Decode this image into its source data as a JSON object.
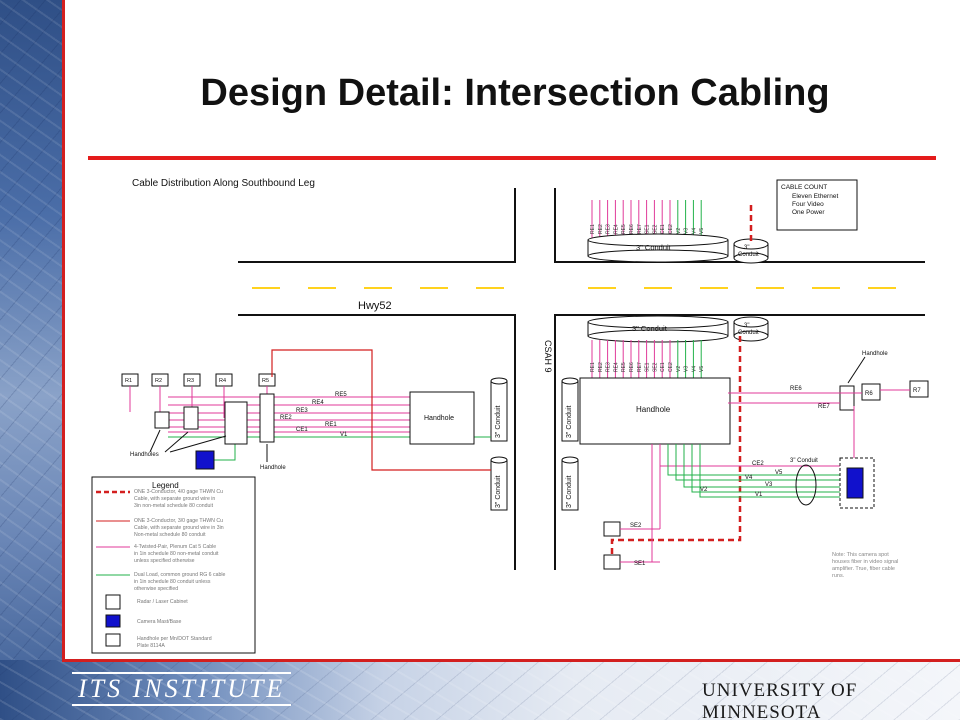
{
  "title": "Design Detail: Intersection Cabling",
  "colors": {
    "red": "#d31f1f",
    "pink": "#e03a9a",
    "green": "#22b24a",
    "blue": "#1111cc",
    "lane": "#ffd21e"
  },
  "diagram": {
    "subtitle": "Cable Distribution Along Southbound Leg",
    "road_hwy": "Hwy52",
    "road_csah": "CSAH 9",
    "cable_count": {
      "heading": "CABLE COUNT",
      "items": [
        "Eleven Ethernet",
        "Four Video",
        "One Power"
      ]
    },
    "conduit_3in": "3\" Conduit",
    "conduit_small": [
      "3\"",
      "Conduit"
    ],
    "handhole": "Handhole",
    "handholes": "Handholes",
    "radars_left": [
      "R1",
      "R2",
      "R3",
      "R4",
      "R5"
    ],
    "radars_right": [
      "R6",
      "R7"
    ],
    "left_cables": [
      "RE5",
      "RE4",
      "RE3",
      "RE2",
      "RE1",
      "CE1",
      "V1"
    ],
    "top_labels": [
      "RE1",
      "RE2",
      "RE3",
      "RE4",
      "RE5",
      "RE6",
      "RE7",
      "SE1",
      "SE2",
      "CE1",
      "CE2",
      "V2",
      "V3",
      "V4",
      "V5"
    ],
    "right_cables": [
      "RE6",
      "RE7"
    ],
    "bottom_cables": [
      "CE2",
      "V5",
      "V4",
      "V3",
      "V2",
      "V1"
    ],
    "se_labels": [
      "SE2",
      "SE1"
    ],
    "note": [
      "Note: This camera spot",
      "houses fiber in video signal",
      "amplifier. True, fiber cable",
      "runs."
    ],
    "legend": {
      "title": "Legend",
      "items": [
        [
          "ONE 3-Conductor, 4/0 gage THWN Cu",
          "Cable, with separate ground wire in",
          "3in non-metal schedule 80 conduit"
        ],
        [
          "ONE 3-Conductor, 3/0 gage THWN Cu",
          "Cable, with separate ground wire in 3in",
          "Non-metal schedule 80 conduit"
        ],
        [
          "4-Twisted-Pair, Plenum Cat 5 Cable",
          "in 1in schedule 80 non-metal conduit",
          "unless specified otherwise"
        ],
        [
          "Dual Load, common ground RG 6 cable",
          "in 1in schedule 80 conduit unless",
          "otherwise specified"
        ]
      ],
      "box_items": [
        "Radar / Laser Cabinet",
        "Camera Mast/Base",
        "Handhole per Mn/DOT Standard",
        "Plate 8114A"
      ]
    }
  },
  "footer": {
    "logo": "ITS INSTITUTE",
    "university": "UNIVERSITY OF MINNESOTA"
  }
}
